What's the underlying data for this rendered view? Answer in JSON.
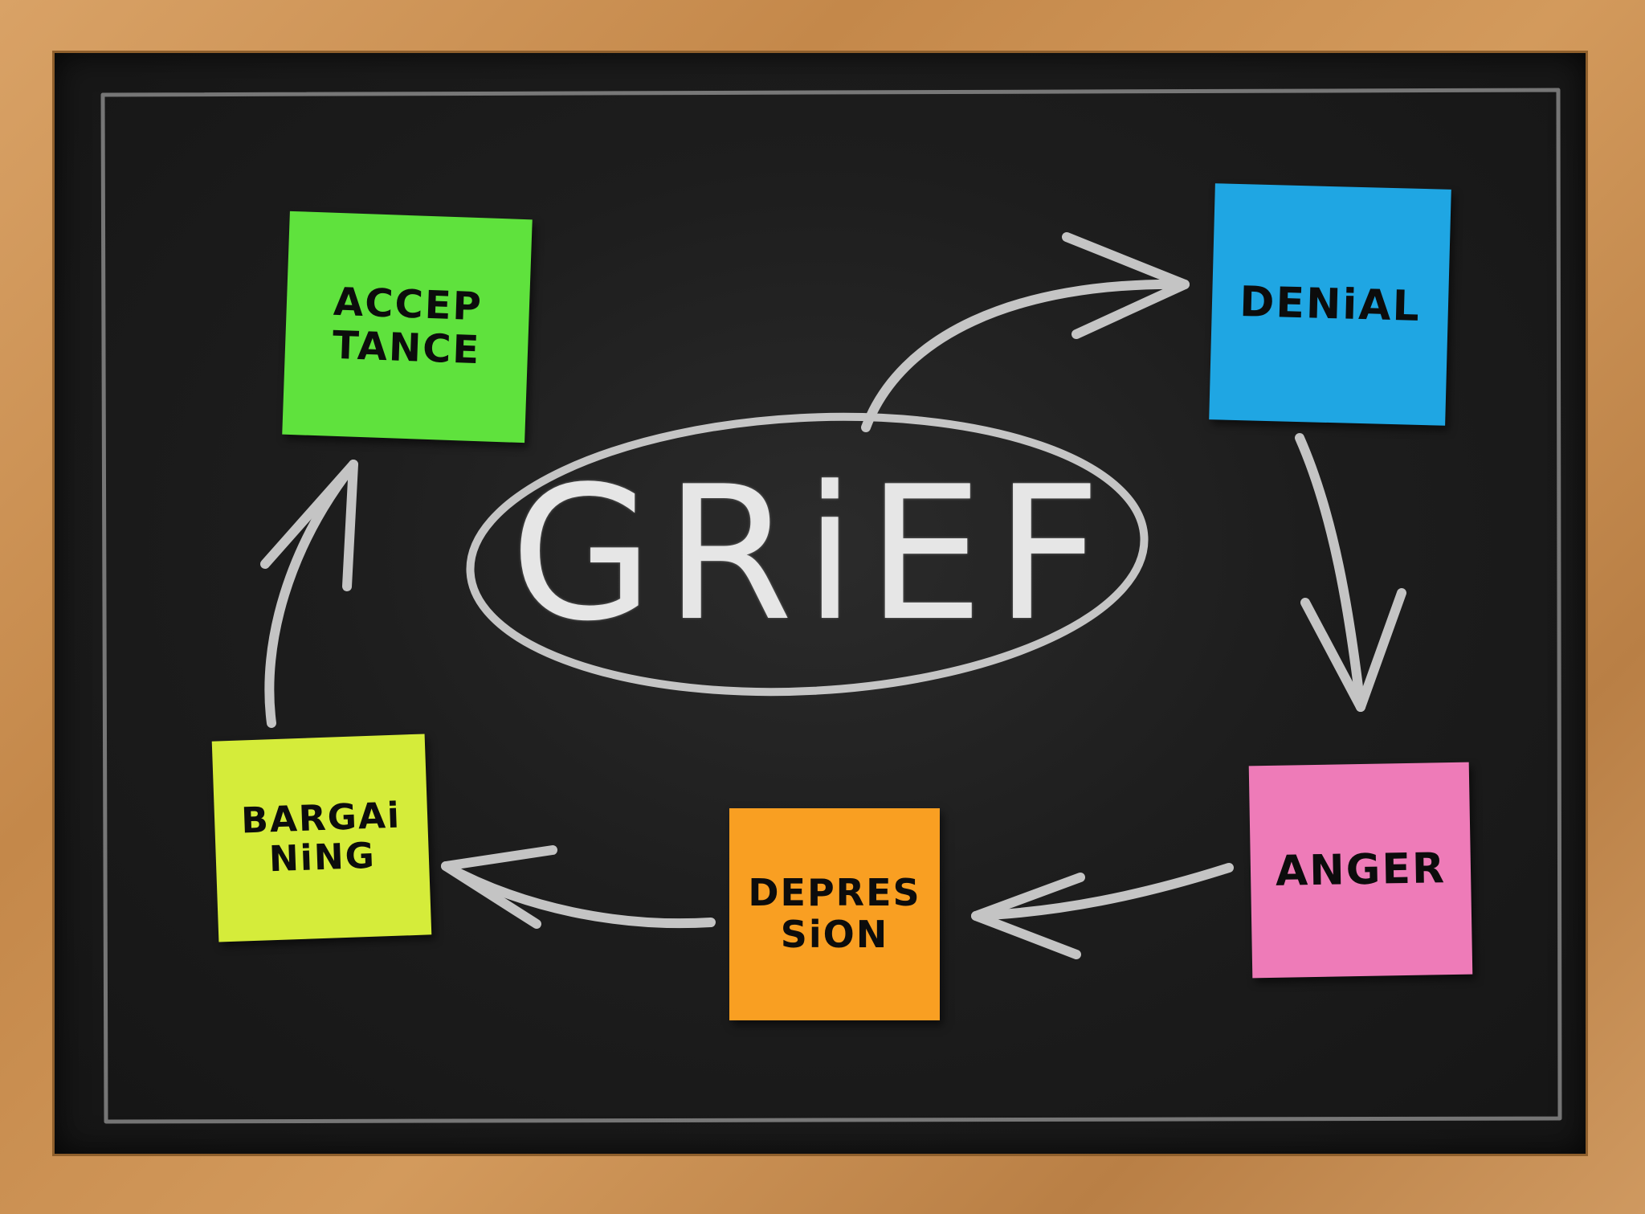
{
  "board": {
    "center_label": "GRiEF",
    "stages": [
      {
        "label_line1": "ACCEP",
        "label_line2": "TANCE",
        "color": "#5fe23d"
      },
      {
        "label_line1": "DENiAL",
        "label_line2": "",
        "color": "#1fa6e3"
      },
      {
        "label_line1": "ANGER",
        "label_line2": "",
        "color": "#ee7bb8"
      },
      {
        "label_line1": "DEPRES",
        "label_line2": "SiON",
        "color": "#f99f22"
      },
      {
        "label_line1": "BARGAi",
        "label_line2": "NiNG",
        "color": "#d5ec3a"
      }
    ]
  },
  "colors": {
    "frame": "#c99457",
    "chalkboard": "#1d1d1d",
    "chalk": "#e6e6e6"
  }
}
